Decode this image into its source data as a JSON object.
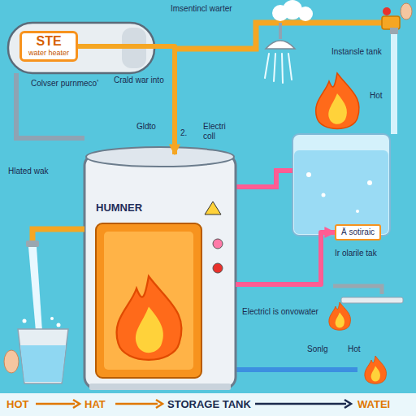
{
  "diagram": {
    "nodes": [
      {
        "text": [
          "STE",
          "water heater"
        ]
      },
      {
        "text": [
          "HUMNER"
        ]
      },
      {
        "text": [
          "Ä sotiraic"
        ]
      }
    ],
    "edges": [
      {
        "from": 0,
        "to": 1,
        "arrow": "to"
      },
      {
        "from": 1,
        "to": 2,
        "arrow": "to"
      }
    ],
    "labels": [
      "Imsentincl warter",
      "Crald war into",
      "Colvser purnmeco'",
      "Hlated wak",
      "Gldto",
      "2.",
      "Electri coll",
      "Instansle tank",
      "Hot",
      "Ir olarile tak",
      "Electricl is onvowater",
      "Sonlg",
      "Hot",
      "HOT",
      "HAT",
      "STORAGE TANK",
      "WATEI"
    ]
  }
}
